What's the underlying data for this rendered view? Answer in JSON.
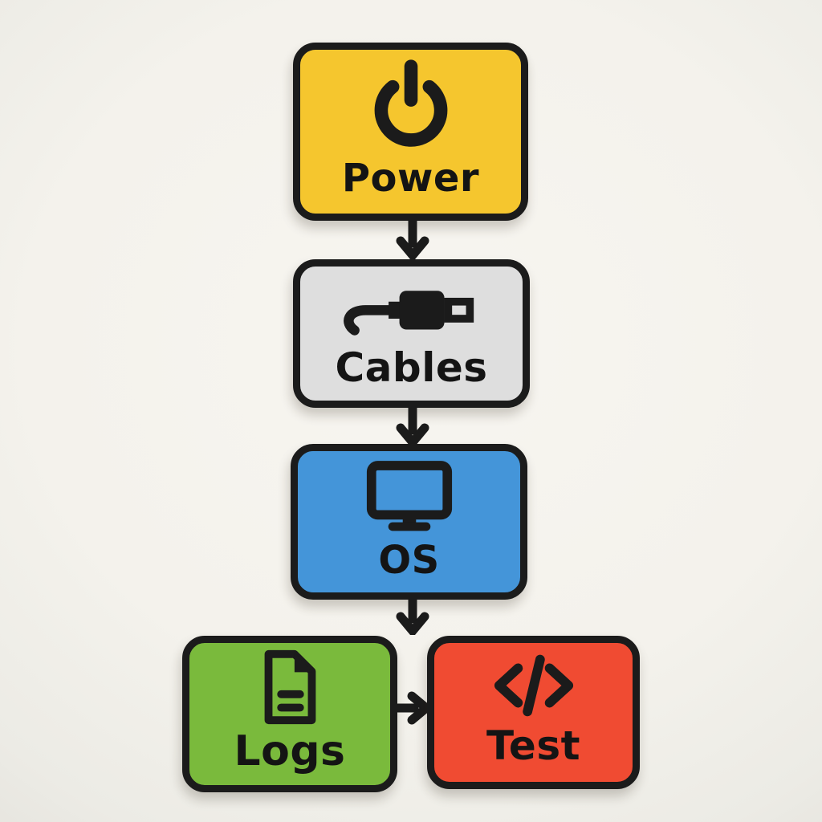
{
  "diagram": {
    "background_color": "#F4F2EC",
    "outline_color": "#1B1B1B",
    "label_color": "#141414",
    "nodes": [
      {
        "id": "power",
        "label": "Power",
        "icon": "power-icon",
        "fill": "#F5C62E"
      },
      {
        "id": "cables",
        "label": "Cables",
        "icon": "plug-icon",
        "fill": "#DEDEDE"
      },
      {
        "id": "os",
        "label": "OS",
        "icon": "monitor-icon",
        "fill": "#4495D9"
      },
      {
        "id": "logs",
        "label": "Logs",
        "icon": "document-icon",
        "fill": "#7ABA3C"
      },
      {
        "id": "test",
        "label": "Test",
        "icon": "code-icon",
        "fill": "#F04B32"
      }
    ],
    "edges": [
      {
        "from": "Power",
        "to": "Cables",
        "direction": "down"
      },
      {
        "from": "Cables",
        "to": "OS",
        "direction": "down"
      },
      {
        "from": "OS",
        "to": "Logs / Test",
        "direction": "down"
      },
      {
        "from": "Logs",
        "to": "Test",
        "direction": "right"
      }
    ]
  }
}
